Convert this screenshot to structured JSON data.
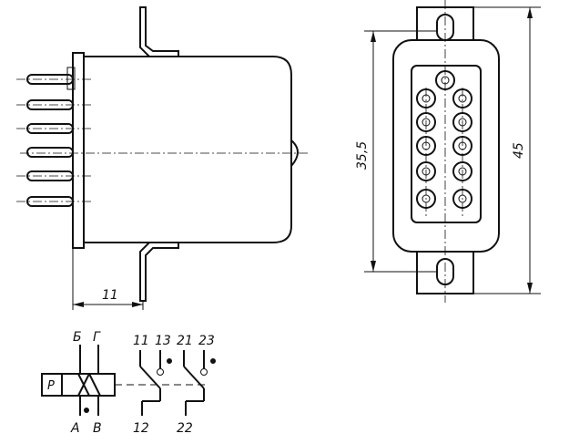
{
  "dimensions": {
    "width_label": "11",
    "inner_height_label": "35,5",
    "outer_height_label": "45"
  },
  "schematic": {
    "coil_label": "Р",
    "top_left_terminal": "Б",
    "top_right_terminal": "Г",
    "bottom_left_terminal": "А",
    "bottom_right_terminal": "В",
    "contact_group_1": {
      "common": "11",
      "make": "13",
      "break": "12"
    },
    "contact_group_2": {
      "common": "21",
      "make": "23",
      "break": "22"
    }
  }
}
